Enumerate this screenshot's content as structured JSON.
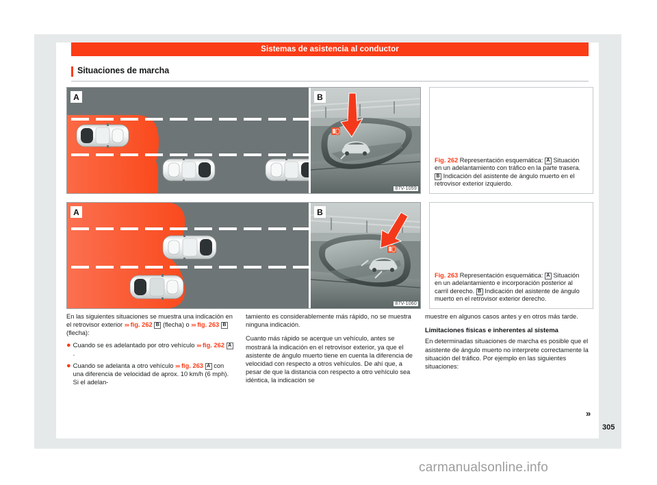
{
  "chapter": {
    "title": "Sistemas de asistencia al conductor"
  },
  "section": {
    "title": "Situaciones de marcha"
  },
  "figures": [
    {
      "id": "fig-262",
      "tag_a": "A",
      "tag_b": "B",
      "image_code": "87V-1059",
      "caption": {
        "number": "Fig. 262",
        "text_1": "Representación esquemática:",
        "tag_a": "A",
        "text_2": "Situación en un adelantamiento con tráfico en la parte trasera.",
        "tag_b": "B",
        "text_3": "Indicación del asistente de ángulo muerto en el retrovisor exterior izquierdo."
      }
    },
    {
      "id": "fig-263",
      "tag_a": "A",
      "tag_b": "B",
      "image_code": "87V-1060",
      "caption": {
        "number": "Fig. 263",
        "text_1": "Representación esquemática:",
        "tag_a": "A",
        "text_2": "Situación en un adelantamiento e incorporación posterior al carril derecho.",
        "tag_b": "B",
        "text_3": "Indicación del asistente de ángulo muerto en el retrovisor exterior derecho."
      }
    }
  ],
  "body": {
    "col1": {
      "intro_a": "En las siguientes situaciones se muestra una indicación en el retrovisor exterior",
      "chev": "›››",
      "ref_262": "fig. 262",
      "tag_b": "B",
      "intro_b": "(flecha) o",
      "ref_263": "fig. 263",
      "intro_c": "(flecha):",
      "bullet1_a": "Cuando se es adelantado por otro vehículo",
      "bullet1_ref": "fig. 262",
      "bullet1_tag": "A",
      "bullet1_end": ".",
      "bullet2_a": "Cuando se adelanta a otro vehículo",
      "bullet2_ref": "fig. 263",
      "bullet2_tag": "A",
      "bullet2_b": "con una diferencia de velocidad de aprox. 10 km/h (6 mph). Si el adelan-"
    },
    "col2": {
      "para1": "tamiento es considerablemente más rápido, no se muestra ninguna indicación.",
      "para2": "Cuanto más rápido se acerque un vehículo, antes se mostrará la indicación en el retrovisor exterior, ya que el asistente de ángulo muerto tiene en cuenta la diferencia de velocidad con respecto a otros vehículos. De ahí que, a pesar de que la distancia con respecto a otro vehículo sea idéntica, la indicación se"
    },
    "col3": {
      "para1": "muestre en algunos casos antes y en otros más tarde.",
      "heading": "Limitaciones físicas e inherentes al sistema",
      "para2": "En determinadas situaciones de marcha es posible que el asistente de ángulo muerto no interprete correctamente la situación del tráfico. Por ejemplo en las siguientes situaciones:"
    }
  },
  "footer": {
    "continuation": "»",
    "page_number": "305",
    "watermark": "carmanualsonline.info"
  },
  "colors": {
    "brand_red": "#fa3c17",
    "blind_zone": "#fa5a32",
    "road_gray": "#6e7576",
    "frame_gray": "#e6e9ea"
  }
}
